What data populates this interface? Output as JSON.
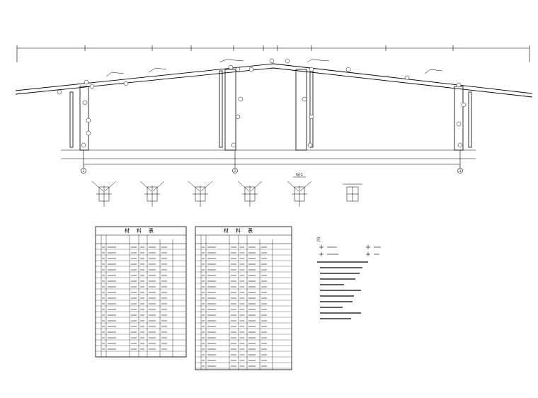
{
  "frame": {
    "section_label": "GJ-1",
    "axis_markers": [
      "1",
      "2",
      "3"
    ]
  },
  "tables": [
    {
      "title": "材料表"
    },
    {
      "title": "材料表"
    }
  ],
  "notes": {
    "title": "注"
  }
}
